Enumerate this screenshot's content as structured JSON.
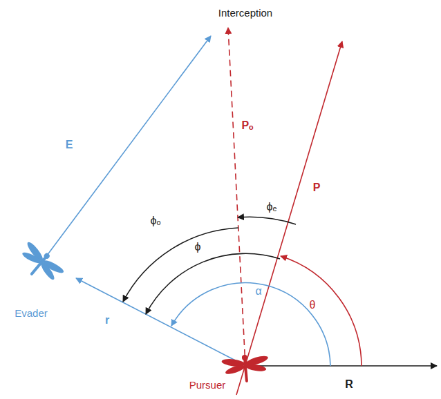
{
  "diagram": {
    "labels": [
      "Interception",
      "E",
      "Pₒ",
      "P",
      "ϕₒ",
      "ϕₑ",
      "ϕ",
      "α",
      "θ",
      "Evader",
      "r",
      "Pursuer",
      "R"
    ]
  }
}
